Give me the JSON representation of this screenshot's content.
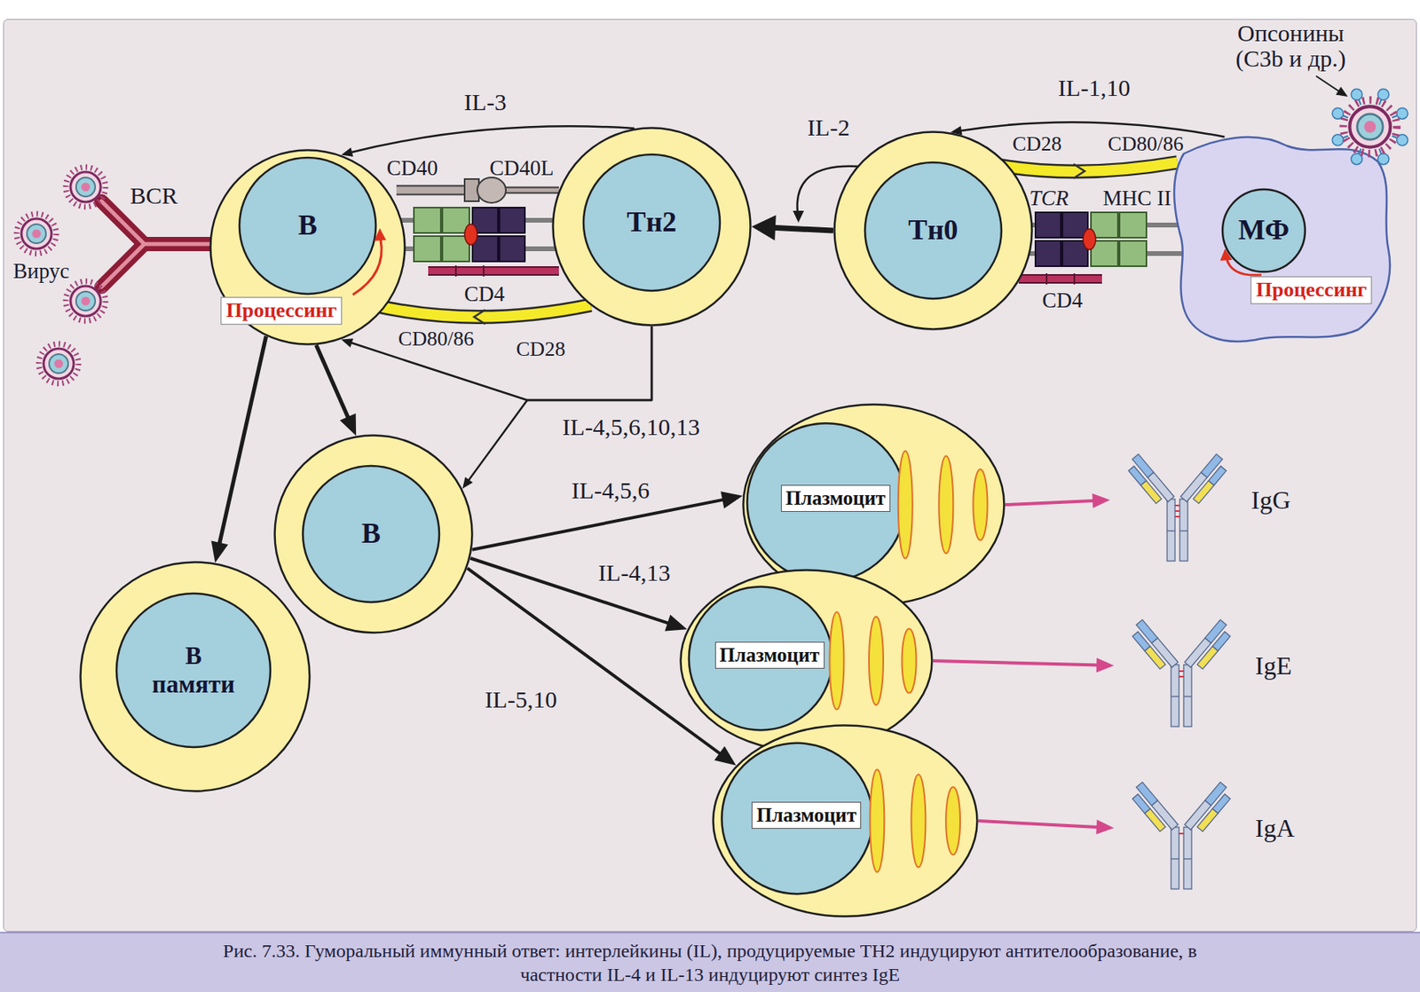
{
  "diagram": {
    "caption": "Рис. 7.33. Гуморальный иммунный ответ: интерлейкины (IL), продуцируемые ТН2 индуцируют антителообразование, в частности IL-4 и IL-13 индуцируют синтез IgE",
    "nodes": [
      {
        "text": [
          "В",
          "Процессинг"
        ]
      },
      {
        "text": [
          "Тн2"
        ]
      },
      {
        "text": [
          "Тн0"
        ]
      },
      {
        "text": [
          "МФ",
          "Процессинг"
        ]
      },
      {
        "text": [
          "В"
        ]
      },
      {
        "text": [
          "В памяти"
        ]
      },
      {
        "text": [
          "Плазмоцит"
        ]
      },
      {
        "text": [
          "Плазмоцит"
        ]
      },
      {
        "text": [
          "Плазмоцит"
        ]
      },
      {
        "text": [
          "IgG"
        ]
      },
      {
        "text": [
          "IgE"
        ]
      },
      {
        "text": [
          "IgA"
        ]
      }
    ],
    "edges": [
      {
        "from": 1,
        "to": 0,
        "label": "IL-3",
        "arrow": "to"
      },
      {
        "from": 3,
        "to": 2,
        "label": "IL-1,10",
        "arrow": "to"
      },
      {
        "from": 2,
        "to": 1,
        "arrow": "to"
      },
      {
        "from": 1,
        "to": 0,
        "label": "IL-4,5,6,10,13",
        "arrow": "to"
      },
      {
        "from": 1,
        "to": 4,
        "arrow": "to"
      },
      {
        "from": 0,
        "to": 5,
        "arrow": "to"
      },
      {
        "from": 0,
        "to": 4,
        "arrow": "to"
      },
      {
        "from": 4,
        "to": 6,
        "label": "IL-4,5,6",
        "arrow": "to"
      },
      {
        "from": 4,
        "to": 7,
        "label": "IL-4,13",
        "arrow": "to"
      },
      {
        "from": 4,
        "to": 8,
        "label": "IL-5,10",
        "arrow": "to"
      },
      {
        "from": 6,
        "to": 9,
        "arrow": "to"
      },
      {
        "from": 7,
        "to": 10,
        "arrow": "to"
      },
      {
        "from": 8,
        "to": 11,
        "arrow": "to"
      }
    ],
    "labels": [
      "Опсонины (C3b и др.)",
      "IL-2",
      "CD28",
      "CD80/86",
      "TCR",
      "MHC II",
      "CD4",
      "CD40",
      "CD40L",
      "CD4",
      "CD80/86",
      "CD28",
      "BCR",
      "Вирус"
    ]
  }
}
